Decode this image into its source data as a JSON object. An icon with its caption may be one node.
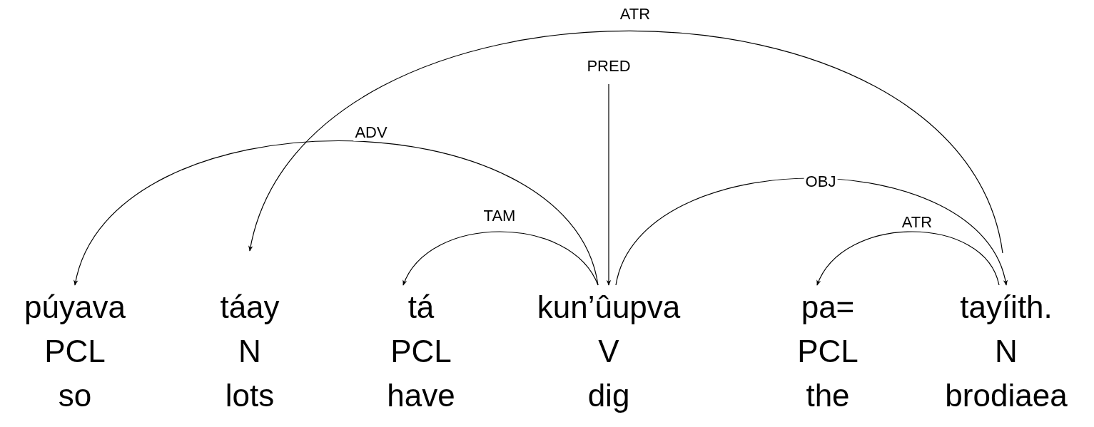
{
  "diagram": {
    "nodes": [
      {
        "text": [
          "púyava",
          "PCL",
          "so"
        ]
      },
      {
        "text": [
          "táay",
          "N",
          "lots"
        ]
      },
      {
        "text": [
          "tá",
          "PCL",
          "have"
        ]
      },
      {
        "text": [
          "kun’ûupva",
          "V",
          "dig"
        ]
      },
      {
        "text": [
          "pa=",
          "PCL",
          "the"
        ]
      },
      {
        "text": [
          "tayíith.",
          "N",
          "brodiaea"
        ]
      }
    ],
    "edges": [
      {
        "from": 5,
        "to": 1,
        "arrow": "to",
        "label": "ATR"
      },
      {
        "from": null,
        "to": 3,
        "arrow": "to",
        "label": "PRED"
      },
      {
        "from": 3,
        "to": 0,
        "arrow": "to",
        "label": "ADV"
      },
      {
        "from": 3,
        "to": 5,
        "arrow": "to",
        "label": "OBJ"
      },
      {
        "from": 3,
        "to": 2,
        "arrow": "to",
        "label": "TAM"
      },
      {
        "from": 5,
        "to": 4,
        "arrow": "to",
        "label": "ATR"
      }
    ]
  }
}
